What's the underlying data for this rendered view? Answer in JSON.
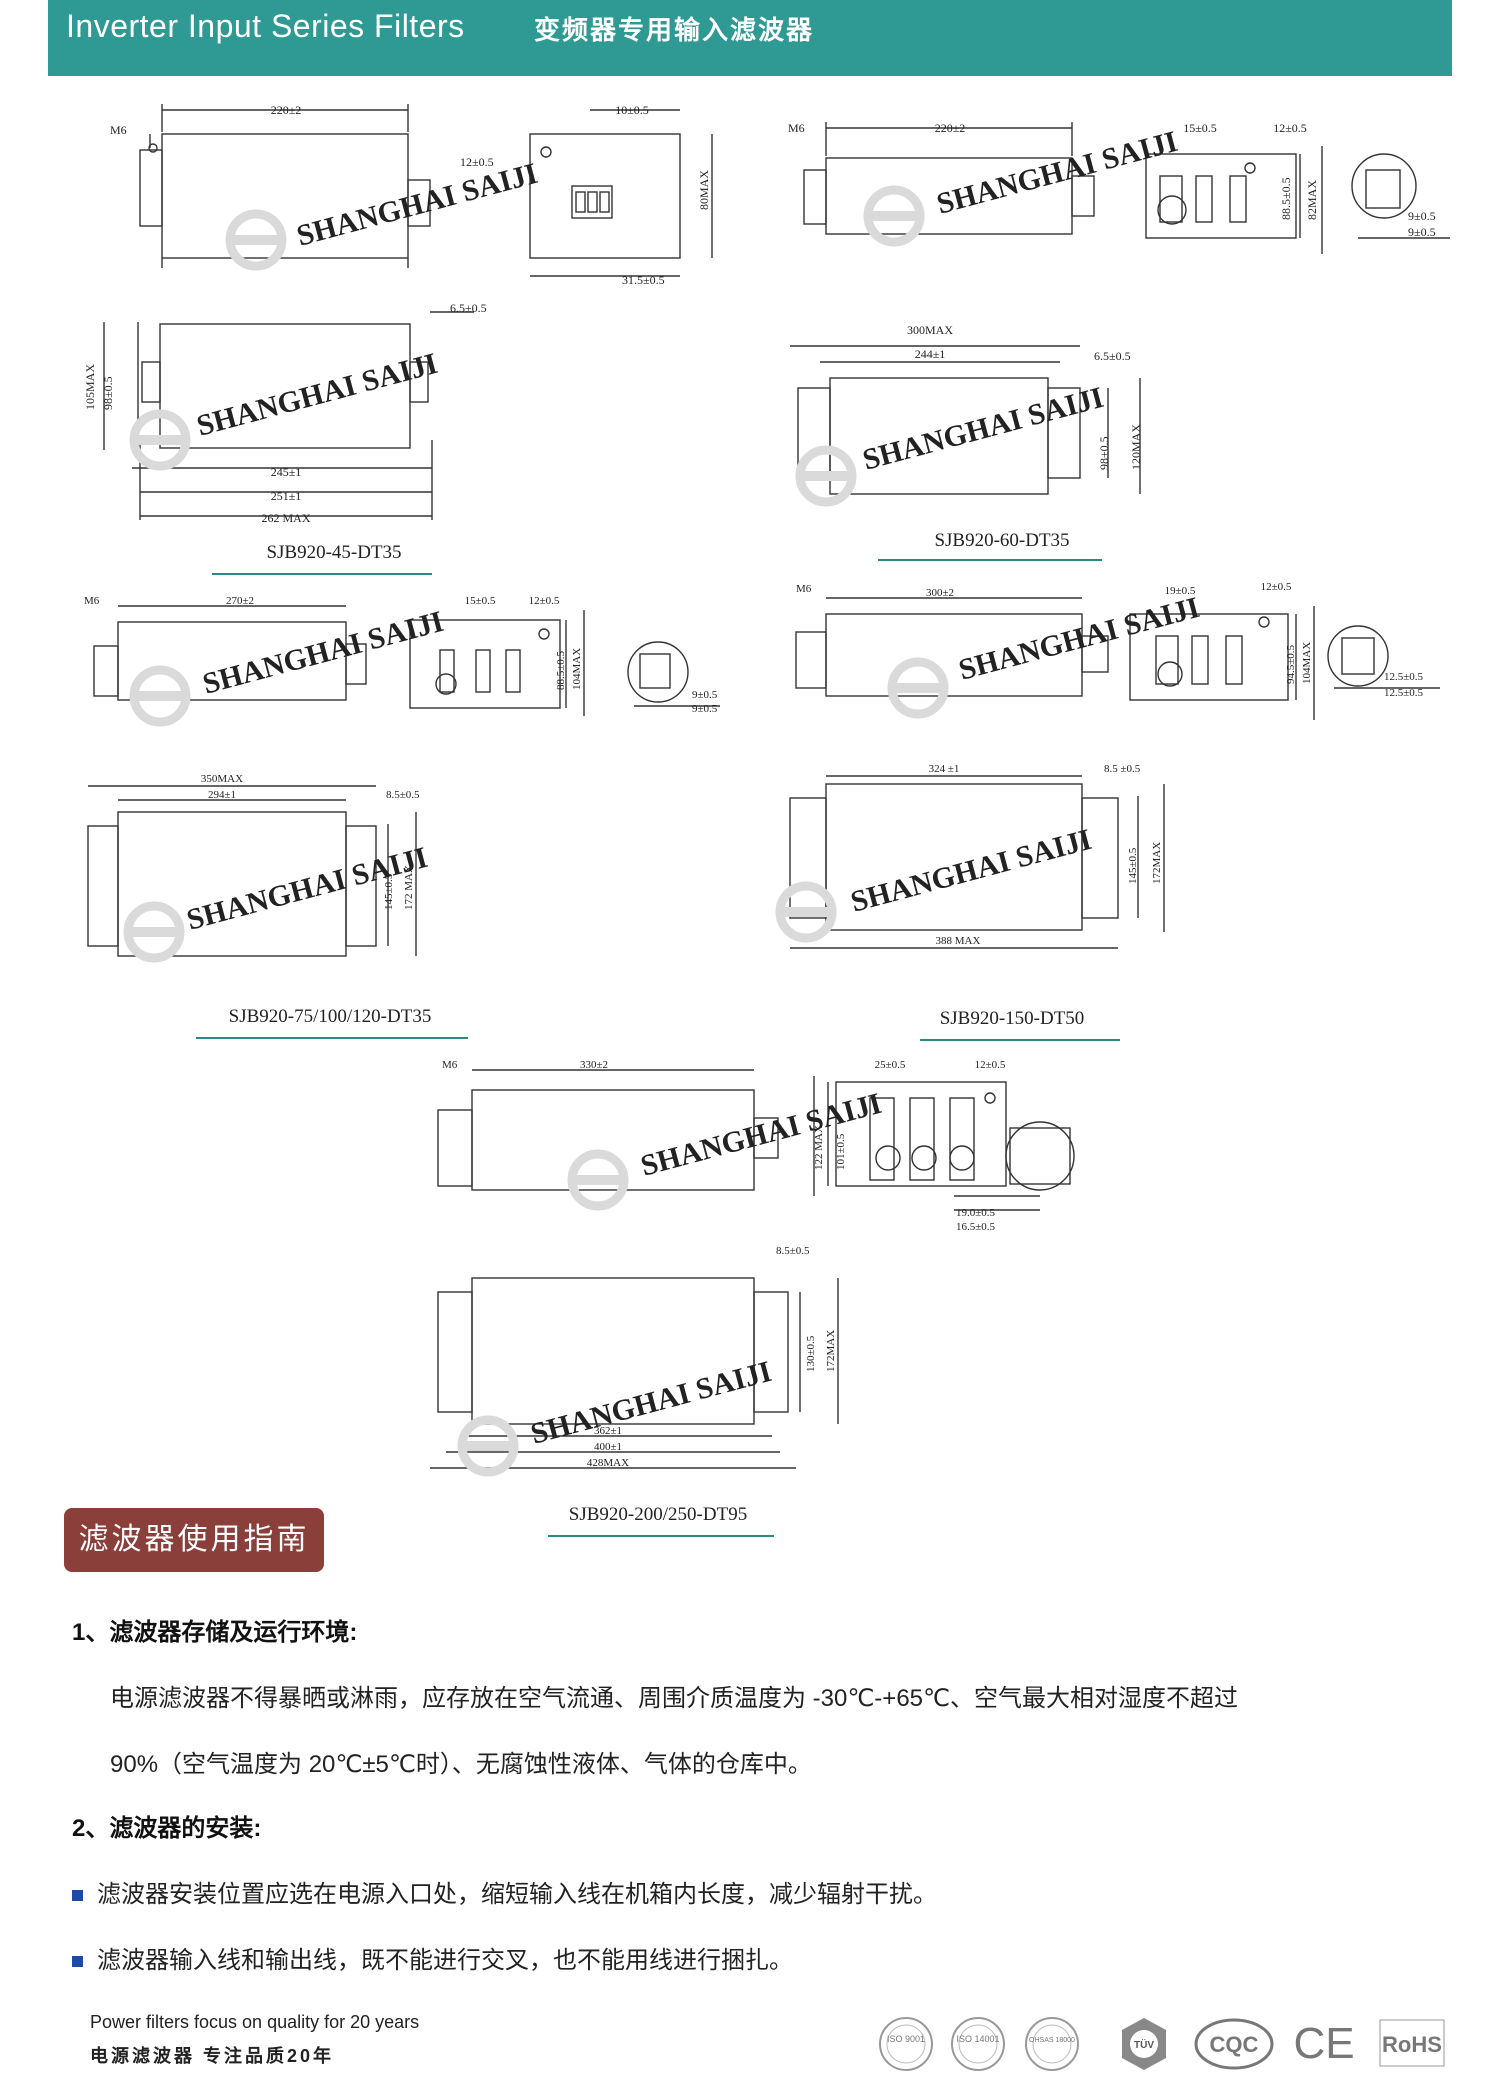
{
  "header": {
    "title_en": "Inverter Input Series Filters",
    "title_cn": "变频器专用输入滤波器"
  },
  "watermark": "SHANGHAI SAIJI",
  "models": [
    {
      "name": "SJB920-45-DT35",
      "dims": [
        "220±2",
        "10±0.5",
        "12±0.5",
        "80MAX",
        "31.5±0.5",
        "6.5±0.5",
        "105MAX",
        "98±0.5",
        "245±1",
        "251±1",
        "262 MAX",
        "M6"
      ]
    },
    {
      "name": "SJB920-60-DT35",
      "dims": [
        "220±2",
        "15±0.5",
        "12±0.5",
        "88.5±0.5",
        "82MAX",
        "9±0.5",
        "9±0.5",
        "300MAX",
        "244±1",
        "6.5±0.5",
        "98±0.5",
        "120MAX",
        "M6"
      ]
    },
    {
      "name": "SJB920-75/100/120-DT35",
      "dims": [
        "270±2",
        "15±0.5",
        "12±0.5",
        "88.5±0.5",
        "104MAX",
        "9±0.5",
        "9±0.5",
        "350MAX",
        "294±1",
        "8.5±0.5",
        "145±0.5",
        "172 MAX",
        "M6"
      ]
    },
    {
      "name": "SJB920-150-DT50",
      "dims": [
        "300±2",
        "19±0.5",
        "12±0.5",
        "94.5±0.5",
        "104MAX",
        "12.5±0.5",
        "12.5±0.5",
        "324 ±1",
        "8.5 ±0.5",
        "145±0.5",
        "172MAX",
        "388 MAX",
        "M6"
      ]
    },
    {
      "name": "SJB920-200/250-DT95",
      "dims": [
        "330±2",
        "25±0.5",
        "12±0.5",
        "101±0.5",
        "122 MAX",
        "19.0±0.5",
        "16.5±0.5",
        "8.5±0.5",
        "130±0.5",
        "172MAX",
        "362±1",
        "400±1",
        "428MAX",
        "M6"
      ]
    }
  ],
  "guide": {
    "badge": "滤波器使用指南",
    "s1_title": "1、滤波器存储及运行环境:",
    "s1_line1": "电源滤波器不得暴晒或淋雨，应存放在空气流通、周围介质温度为 -30℃-+65℃、空气最大相对湿度不超过",
    "s1_line2": "90%（空气温度为 20℃±5℃时）、无腐蚀性液体、气体的仓库中。",
    "s2_title": "2、滤波器的安装:",
    "b1": "滤波器安装位置应选在电源入口处，缩短输入线在机箱内长度，减少辐射干扰。",
    "b2": "滤波器输入线和输出线，既不能进行交叉，也不能用线进行捆扎。"
  },
  "footer": {
    "en": "Power filters focus on quality for 20 years",
    "cn": "电源滤波器  专注品质20年",
    "certs": [
      "ISO 9001",
      "ISO 14001",
      "OHSAS 18000",
      "TÜV",
      "CQC",
      "CE",
      "RoHS"
    ]
  }
}
